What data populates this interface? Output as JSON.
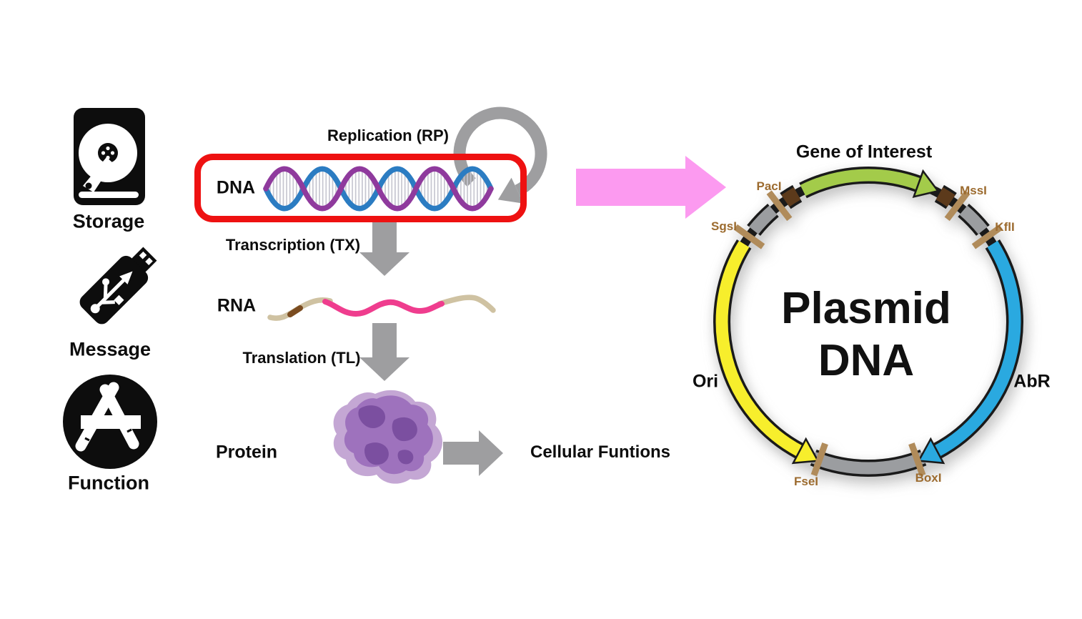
{
  "left_column": {
    "storage_label": "Storage",
    "message_label": "Message",
    "function_label": "Function"
  },
  "central_dogma": {
    "replication_label": "Replication (RP)",
    "dna_label": "DNA",
    "transcription_label": "Transcription (TX)",
    "rna_label": "RNA",
    "translation_label": "Translation (TL)",
    "protein_label": "Protein",
    "cellular_functions_label": "Cellular Funtions"
  },
  "plasmid": {
    "title_line1": "Plasmid",
    "title_line2": "DNA",
    "gene_of_interest_label": "Gene of Interest",
    "ori_label": "Ori",
    "abr_label": "AbR",
    "sites": [
      {
        "name": "PacI"
      },
      {
        "name": "SgsI"
      },
      {
        "name": "MssI"
      },
      {
        "name": "KflI"
      },
      {
        "name": "FseI"
      },
      {
        "name": "BoxI"
      }
    ]
  },
  "palette": {
    "highlight_red": "#ee1111",
    "flow_arrow_pink": "#fc9af0",
    "process_arrow_gray": "#9e9ea0",
    "dna_strand_blue": "#2b7cc2",
    "dna_strand_purple": "#8f3a9d",
    "rna_pink": "#ef3d8e",
    "rna_tan": "#cfc2a2",
    "rna_brown": "#7b4c20",
    "protein_purple": "#9e72bd",
    "gene_green": "#a3cb4a",
    "ori_yellow": "#f7ee2c",
    "abr_blue": "#2aa9e0",
    "backbone_gray": "#9b9da0",
    "site_tick_brown": "#b08b5a",
    "marker_dark_brown": "#5c3a1b",
    "site_label_brown": "#9c6b2f"
  }
}
